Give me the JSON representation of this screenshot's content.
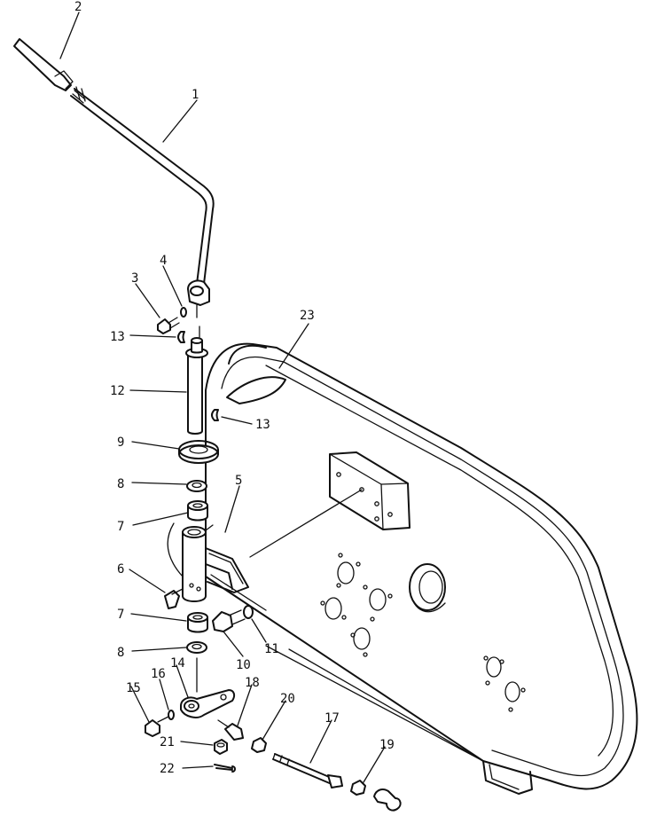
{
  "colors": {
    "ink": "#111111",
    "paper": "#ffffff"
  },
  "labels": {
    "p1": "1",
    "p2": "2",
    "p3": "3",
    "p4": "4",
    "p5": "5",
    "p6": "6",
    "p7a": "7",
    "p7b": "7",
    "p8a": "8",
    "p8b": "8",
    "p9": "9",
    "p10": "10",
    "p11": "11",
    "p12": "12",
    "p13a": "13",
    "p13b": "13",
    "p14": "14",
    "p15": "15",
    "p16": "16",
    "p17": "17",
    "p18": "18",
    "p19": "19",
    "p20": "20",
    "p21": "21",
    "p22": "22",
    "p23": "23"
  }
}
